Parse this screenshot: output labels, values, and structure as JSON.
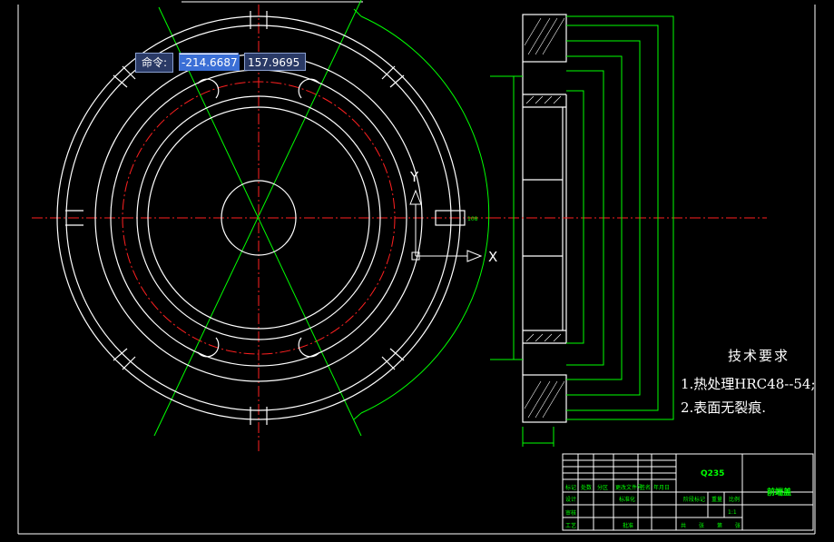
{
  "command_line": {
    "prompt_label": "命令:",
    "x_value": "-214.6687",
    "y_value": "157.9695"
  },
  "ucs_icon": {
    "x_label": "X",
    "y_label": "Y"
  },
  "technical_requirements": {
    "title": "技术要求",
    "items": [
      "1.热处理HRC48--54;",
      "2.表面无裂痕."
    ]
  },
  "title_block": {
    "material": "Q235",
    "part_name": "前端盖",
    "scale": "1:1",
    "header_cells": [
      "标记",
      "处数",
      "分区",
      "更改文件号",
      "签名",
      "年月日"
    ],
    "row_labels": [
      "设计",
      "审核",
      "工艺"
    ],
    "row_labels_right": [
      "标准化",
      "批准"
    ],
    "stage_labels": [
      "阶段标记",
      "重量",
      "比例"
    ],
    "sheet_labels": [
      "共",
      "张",
      "第",
      "张"
    ]
  },
  "colors": {
    "geometry": "#ffffff",
    "centerline": "#ff2020",
    "construction": "#00ff00",
    "background": "#000000"
  }
}
